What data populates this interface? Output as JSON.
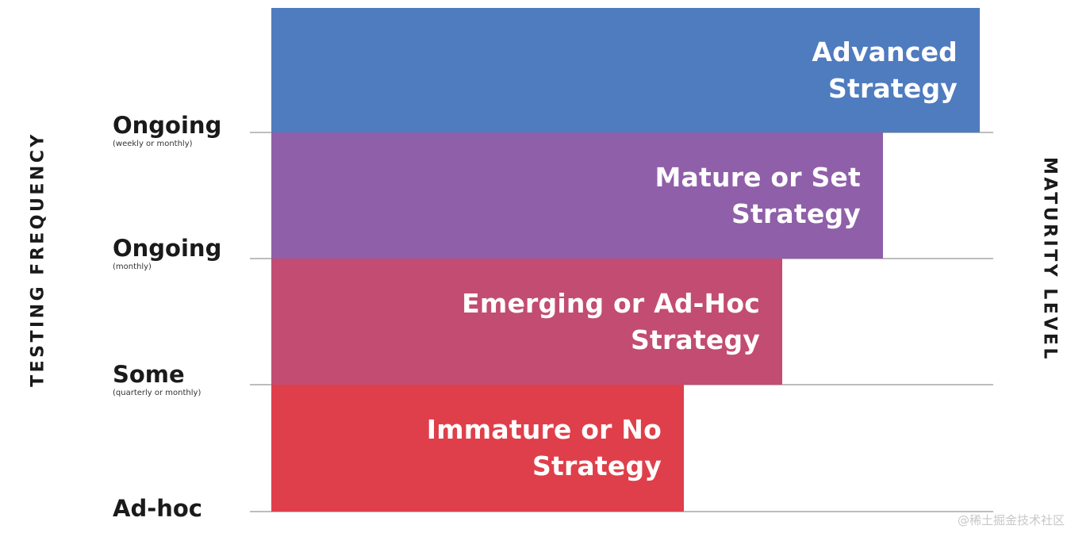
{
  "axes": {
    "left_label": "TESTING FREQUENCY",
    "right_label": "MATURITY LEVEL"
  },
  "levels": [
    {
      "label": "Advanced\nStrategy",
      "color": "#4f7bbf"
    },
    {
      "label": "Mature or Set\nStrategy",
      "color": "#8f5fa9"
    },
    {
      "label": "Emerging or Ad-Hoc\nStrategy",
      "color": "#c24c72"
    },
    {
      "label": "Immature or No\nStrategy",
      "color": "#df3f4a"
    }
  ],
  "frequencies": [
    {
      "label": "Ongoing",
      "sub": "(weekly or monthly)"
    },
    {
      "label": "Ongoing",
      "sub": "(monthly)"
    },
    {
      "label": "Some",
      "sub": "(quarterly or monthly)"
    },
    {
      "label": "Ad-hoc",
      "sub": ""
    }
  ],
  "watermark": "@稀土掘金技术社区"
}
